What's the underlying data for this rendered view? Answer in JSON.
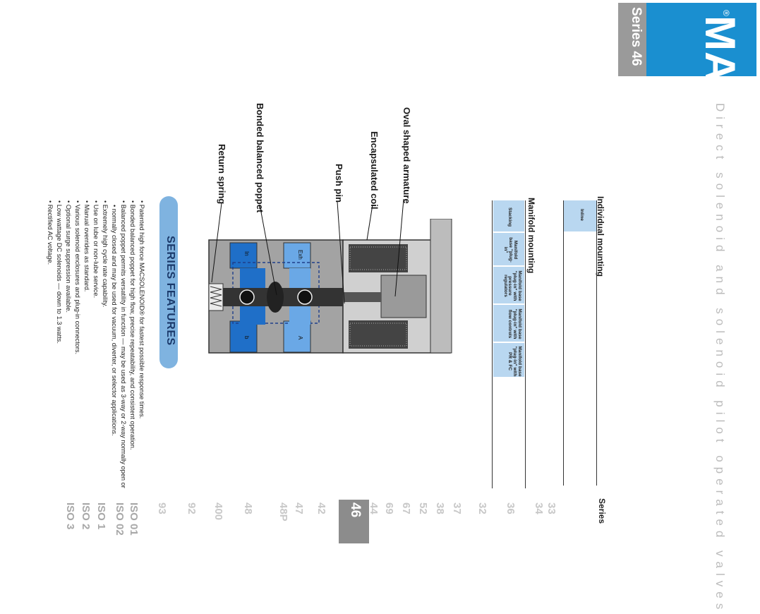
{
  "header": {
    "series_tab": "Series 46",
    "logo": "MAC",
    "logo_mark": "®",
    "tagline": "Direct solenoid and solenoid pilot operated valves"
  },
  "series_index": {
    "heading": "Series",
    "current": "46",
    "items": [
      "33",
      "34",
      "36",
      "32",
      "37",
      "38",
      "52",
      "67",
      "69",
      "44",
      "42",
      "47",
      "48P",
      "48",
      "400",
      "92",
      "93",
      "ISO 01",
      "ISO 02",
      "ISO 1",
      "ISO 2",
      "ISO 3"
    ]
  },
  "mounting": {
    "individual_heading": "Individual mounting",
    "individual_cell": "Inline",
    "manifold_heading": "Manifold mounting",
    "manifold_cells": [
      "Stacking",
      "Manifold base \"plug-in\"",
      "Manifold base \"plug-in\" with pressure regulators",
      "Manifold base \"plug-in\" with flow controls",
      "Manifold base \"plug-in\" with PR & FC"
    ]
  },
  "diagram": {
    "callouts": {
      "armature": "Oval shaped armature",
      "coil": "Encapsulated coil",
      "push_pin": "Push pin",
      "poppet": "Bonded balanced poppet",
      "spring": "Return spring"
    },
    "ports": {
      "inlet": "In",
      "exhaust": "Exh",
      "a": "A",
      "b": "b"
    }
  },
  "features": {
    "title": "SERIES FEATURES",
    "items": [
      "Patented high force MACSOLENOID® for fastest possible response times.",
      "Bonded balanced poppet for high flow, precise repeatability, and consistent operation.",
      "Balanced poppet permits versatility in function — may be used as 3-way or 2-way normally open or",
      "normally closed and may be used for vacuum, diverter, or selector applications.",
      "Extremely high cycle rate capability.",
      "Use on lube or non-lube service.",
      "Manual overrides as standard.",
      "Various solenoid enclosures and plug-in connectors.",
      "Optional surge suppression available.",
      "Low wattage DC solenoids — down to 1.3 watts.",
      "Rectified AC voltage."
    ]
  },
  "colors": {
    "brand_blue": "#1a8fd0",
    "tab_grey": "#9a9a9a",
    "cell_blue": "#b9d7f0",
    "port_dark_blue": "#1f6fc8",
    "port_light_blue": "#6aa8e6"
  }
}
